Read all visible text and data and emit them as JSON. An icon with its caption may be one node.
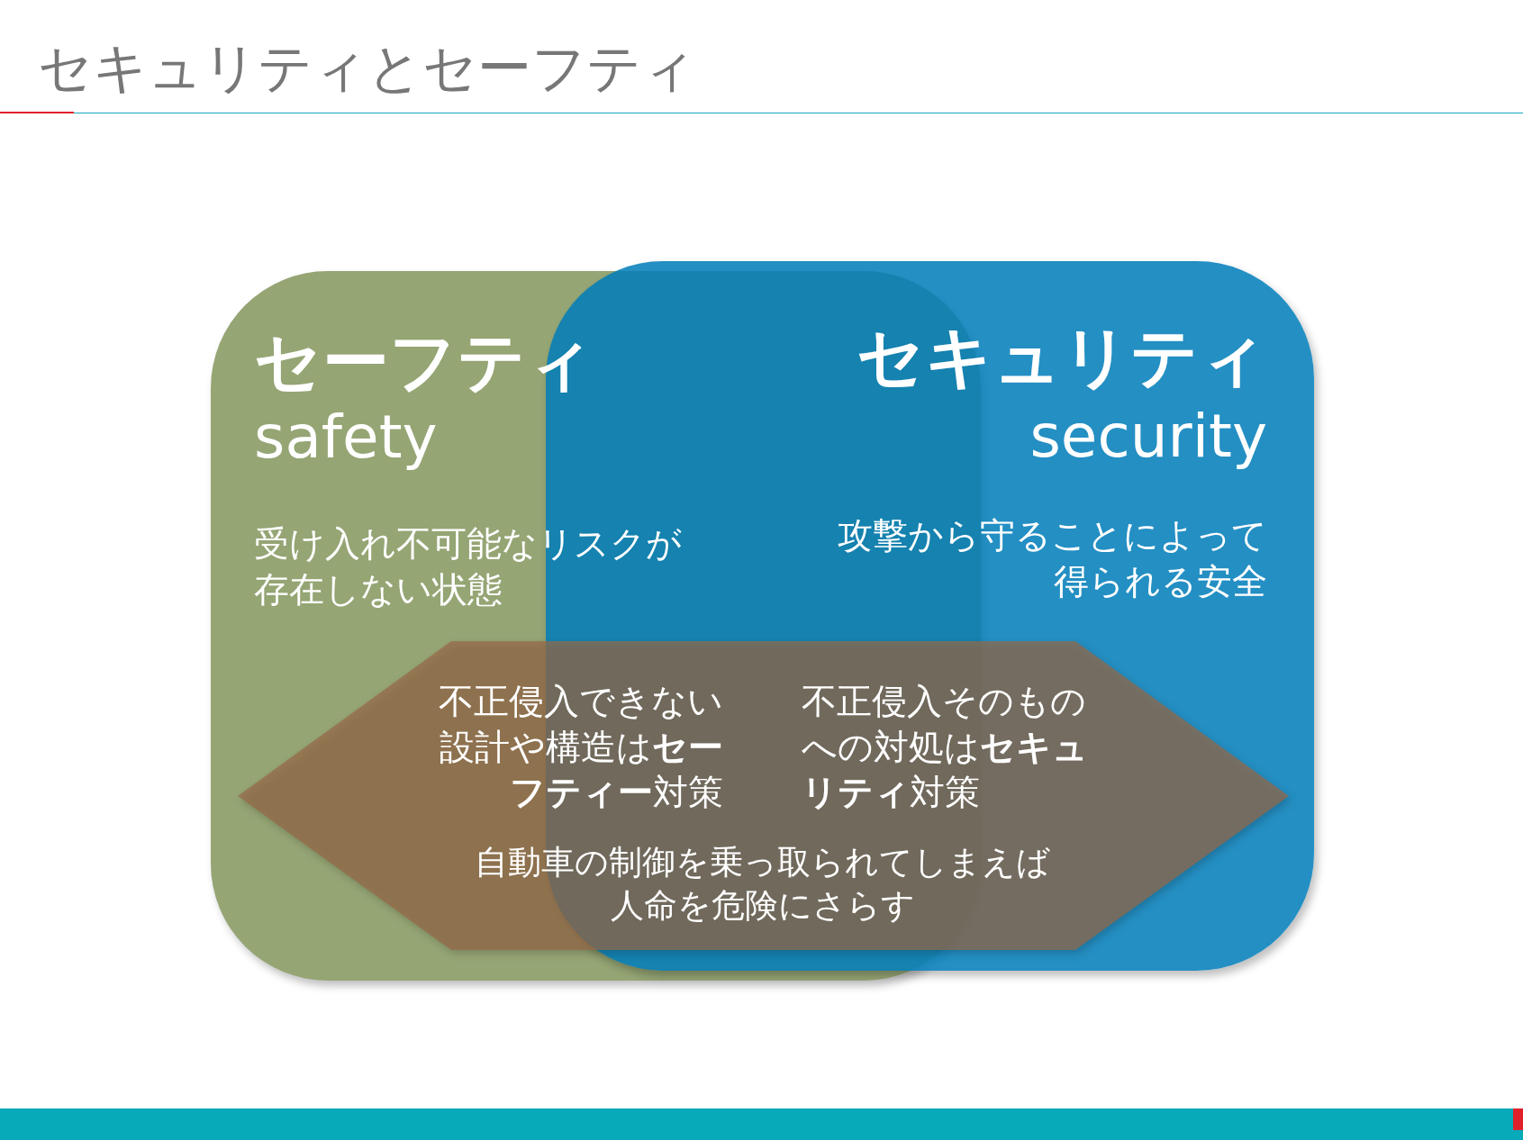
{
  "diagram": {
    "title": "セキュリティとセーフティ",
    "nodes": [
      {
        "text": [
          "セーフティ",
          "safety",
          "受け入れ不可能なリスクが存在しない状態"
        ]
      },
      {
        "text": [
          "セキュリティ",
          "security",
          "攻撃から守ることによって得られる安全"
        ]
      },
      {
        "text": [
          "不正侵入できない設計や構造は**セーフティー**対策",
          "不正侵入そのものへの対処は**セキュリティ**対策",
          "自動車の制御を乗っ取られてしまえば人命を危険にさらす"
        ]
      }
    ]
  }
}
